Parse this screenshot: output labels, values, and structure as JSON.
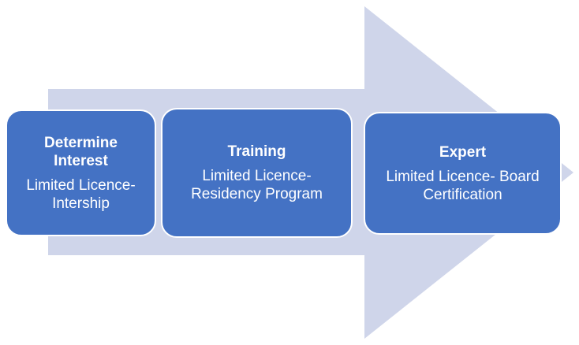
{
  "colors": {
    "arrow": "#CFD5EA",
    "box": "#4472C4",
    "text": "#FFFFFF"
  },
  "steps": [
    {
      "title": "Determine Interest",
      "subtitle": "Limited Licence- Intership"
    },
    {
      "title": "Training",
      "subtitle": "Limited Licence- Residency Program"
    },
    {
      "title": "Expert",
      "subtitle": "Limited Licence- Board Certification"
    }
  ]
}
